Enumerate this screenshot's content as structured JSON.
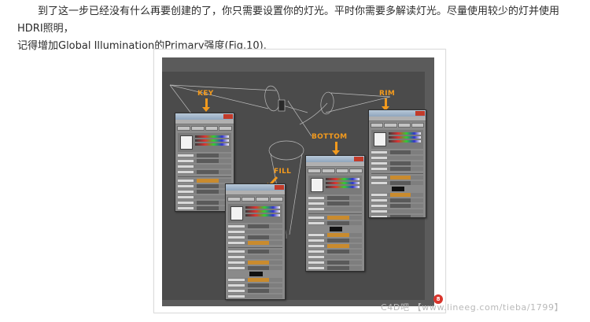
{
  "article": {
    "paragraph_line1": "到了这一步已经没有什么再要创建的了，你只需要设置你的灯光。平时你需要多解读灯光。尽量使用较少的灯并使用HDRI照明，",
    "paragraph_line2": "记得增加Global Illumination的Primary强度(Fig.10)."
  },
  "figure": {
    "callouts": {
      "key": "KEY",
      "rim": "RIM",
      "bottom": "BOTTOM",
      "fill": "FILL"
    },
    "accent_color": "#f29a1e",
    "viewport_bg": "#4b4b4b",
    "badge_text": "8"
  },
  "watermark": {
    "text": "C4D吧 【www.lineeg.com/tieba/1799】"
  }
}
